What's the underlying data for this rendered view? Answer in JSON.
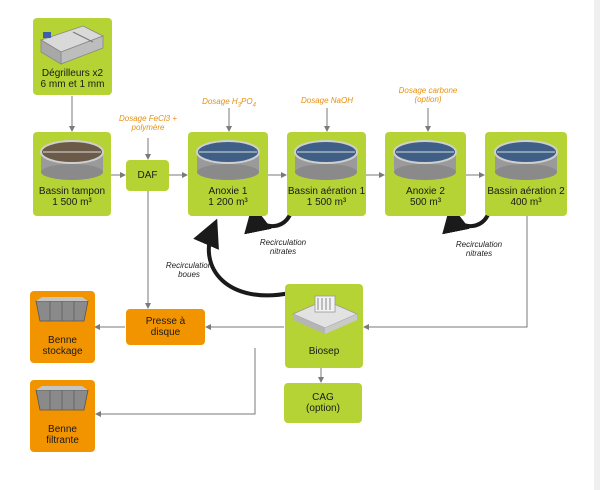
{
  "nodes": {
    "degrilleurs": {
      "line1": "Dégrilleurs x2",
      "line2": "6 mm et 1 mm"
    },
    "bassin_tampon": {
      "line1": "Bassin tampon",
      "line2": "1 500 m³"
    },
    "daf": {
      "line1": "DAF"
    },
    "anoxie1": {
      "line1": "Anoxie 1",
      "line2": "1 200 m³"
    },
    "aeration1": {
      "line1": "Bassin aération 1",
      "line2": "1 500 m³"
    },
    "anoxie2": {
      "line1": "Anoxie 2",
      "line2": "500 m³"
    },
    "aeration2": {
      "line1": "Bassin aération 2",
      "line2": "400 m³"
    },
    "biosep": {
      "line1": "Biosep"
    },
    "cag": {
      "line1": "CAG",
      "line2": "(option)"
    },
    "presse": {
      "line1": "Presse à",
      "line2": "disque"
    },
    "benne_stockage": {
      "line1": "Benne",
      "line2": "stockage"
    },
    "benne_filtrante": {
      "line1": "Benne",
      "line2": "filtrante"
    }
  },
  "dosages": {
    "fecl3": {
      "line1": "Dosage FeCl3 +",
      "line2": "polymère"
    },
    "h3po4": {
      "text": "Dosage H",
      "sub1": "3",
      "mid": "PO",
      "sub2": "4"
    },
    "naoh": {
      "text": "Dosage NaOH"
    },
    "carbone": {
      "line1": "Dosage carbone",
      "line2": "(option)"
    }
  },
  "recirculations": {
    "nitrates1": {
      "line1": "Recirculation",
      "line2": "nitrates"
    },
    "nitrates2": {
      "line1": "Recirculation",
      "line2": "nitrates"
    },
    "boues": {
      "line1": "Recirculation",
      "line2": "boues"
    }
  },
  "colors": {
    "green": "#b5d334",
    "orange": "#f29400",
    "dose": "#e8900f",
    "arrow": "#7a7a7a"
  }
}
